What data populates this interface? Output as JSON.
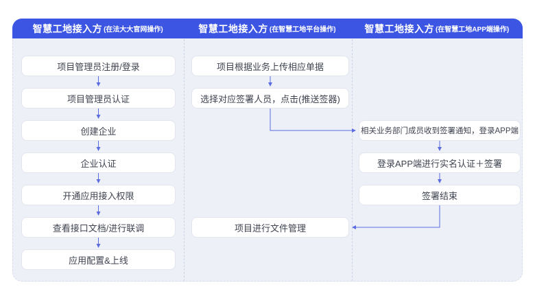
{
  "header": {
    "columns": [
      {
        "title": "智慧工地接入方",
        "subtitle": "(在法大大官网操作)"
      },
      {
        "title": "智慧工地接入方",
        "subtitle": "(在智慧工地平台操作)"
      },
      {
        "title": "智慧工地接入方",
        "subtitle": "(在智慧工地APP端操作)"
      }
    ]
  },
  "columns": [
    {
      "steps": [
        "项目管理员注册/登录",
        "项目管理员认证",
        "创建企业",
        "企业认证",
        "开通应用接入权限",
        "查看接口文档/进行联调",
        "应用配置&上线"
      ]
    },
    {
      "steps": [
        "项目根据业务上传相应单据",
        "选择对应签署人员，点击(推送签器)",
        "项目进行文件管理"
      ]
    },
    {
      "steps": [
        "相关业务部门成员收到签署通知，登录APP端",
        "登录APP端进行实名认证＋签署",
        "签署结束"
      ]
    }
  ],
  "colors": {
    "header_blue": "#3c55e2",
    "panel_bg": "#eef0f7",
    "panel_border": "#d6dae8",
    "box_border": "#e2e5ee",
    "arrow": "#5b6be0",
    "text": "#3f4350"
  }
}
